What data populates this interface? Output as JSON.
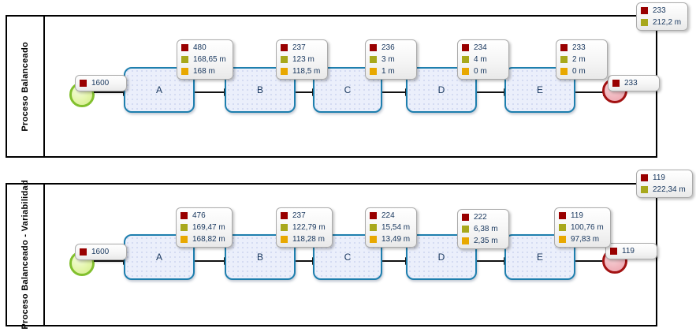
{
  "diagram": {
    "type": "bpmn-simulation-results",
    "colors": {
      "completed_tokens_marker": "#990000",
      "avg_time_marker": "#A8A81C",
      "wait_time_marker": "#E8A800",
      "task_border": "#1E7FAE",
      "task_fill": "#EBEFFB",
      "start_event_border": "#82C02E",
      "end_event_border": "#A31212",
      "callout_text": "#17365D"
    },
    "lanes": [
      {
        "label": "Proceso Balanceado",
        "start": {
          "count": "1600"
        },
        "tasks": [
          {
            "label": "A",
            "count": "480",
            "time1": "168,65 m",
            "time2": "168 m"
          },
          {
            "label": "B",
            "count": "237",
            "time1": "123 m",
            "time2": "118,5 m"
          },
          {
            "label": "C",
            "count": "236",
            "time1": "3 m",
            "time2": "1 m"
          },
          {
            "label": "D",
            "count": "234",
            "time1": "4 m",
            "time2": "0 m"
          },
          {
            "label": "E",
            "count": "233",
            "time1": "2 m",
            "time2": "0 m"
          }
        ],
        "end": {
          "count": "233"
        },
        "summary": {
          "count": "233",
          "time": "212,2 m"
        }
      },
      {
        "label": "Proceso Balanceado - Variabilidad",
        "start": {
          "count": "1600"
        },
        "tasks": [
          {
            "label": "A",
            "count": "476",
            "time1": "169,47 m",
            "time2": "168,82 m"
          },
          {
            "label": "B",
            "count": "237",
            "time1": "122,79 m",
            "time2": "118,28 m"
          },
          {
            "label": "C",
            "count": "224",
            "time1": "15,54 m",
            "time2": "13,49 m"
          },
          {
            "label": "D",
            "count": "222",
            "time1": "6,38 m",
            "time2": "2,35 m"
          },
          {
            "label": "E",
            "count": "119",
            "time1": "100,76 m",
            "time2": "97,83 m"
          }
        ],
        "end": {
          "count": "119"
        },
        "summary": {
          "count": "119",
          "time": "222,34 m"
        }
      }
    ]
  }
}
